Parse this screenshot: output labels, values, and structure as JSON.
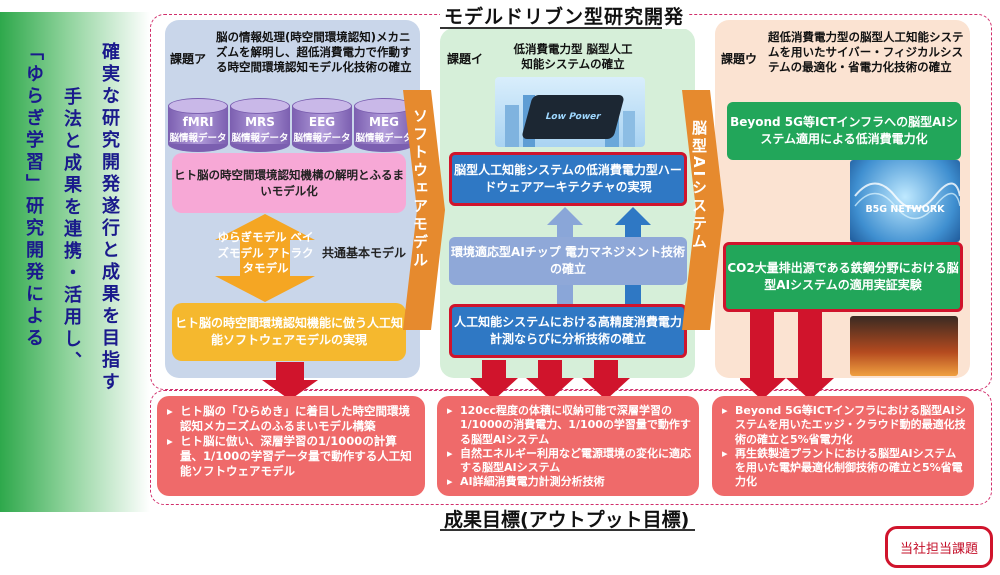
{
  "left_panel": {
    "col1": "確実な研究開発遂行と成果を目指す",
    "col2": "手法と成果を連携・活用し、",
    "col3": "「ゆらぎ学習」研究開発による"
  },
  "title": "モデルドリブン型研究開発",
  "outcome_title": "成果目標(アウトプット目標)",
  "col_a": {
    "label": "課題ア",
    "desc": "脳の情報処理(時空間環境認知)メカニズムを解明し、超低消費電力で作動する時空間環境認知モデル化技術の確立",
    "cylinders": [
      {
        "name": "fMRI",
        "sub": "脳情報データ"
      },
      {
        "name": "MRS",
        "sub": "脳情報データ"
      },
      {
        "name": "EEG",
        "sub": "脳情報データ"
      },
      {
        "name": "MEG",
        "sub": "脳情報データ"
      }
    ],
    "box1": "ヒト脳の時空間環境認知機構の解明とふるまいモデル化",
    "models": "ゆらぎモデル ベイズモデル アトラクタモデル",
    "model_label": "共通基本モデル",
    "box2": "ヒト脳の時空間環境認知機能に倣う人工知能ソフトウェアモデルの実現"
  },
  "arrow_software": "ソフトウェアモデル",
  "col_i": {
    "label": "課題イ",
    "title": "低消費電力型 脳型人工知能システムの確立",
    "chip_text": "Low Power",
    "box1": "脳型人工知能システムの低消費電力型ハードウェアアーキテクチャの実現",
    "box2": "環境適応型AIチップ 電力マネジメント技術の確立",
    "box3": "人工知能システムにおける高精度消費電力計測ならびに分析技術の確立"
  },
  "arrow_brain": "脳型AIシステム",
  "col_u": {
    "label": "課題ウ",
    "desc": "超低消費電力型の脳型人工知能システムを用いたサイバー・フィジカルシステムの最適化・省電力化技術の確立",
    "box1": "Beyond 5G等ICTインフラへの脳型AIシステム適用による低消費電力化",
    "network_label": "B5G NETWORK",
    "box2": "CO2大量排出源である鉄鋼分野における脳型AIシステムの適用実証実験"
  },
  "outcomes": {
    "a": [
      "ヒト脳の「ひらめき」に着目した時空間環境認知メカニズムのふるまいモデル構築",
      "ヒト脳に倣い、深層学習の1/1000の計算量、1/100の学習データ量で動作する人工知能ソフトウェアモデル"
    ],
    "i": [
      "120cc程度の体積に収納可能で深層学習の1/1000の消費電力、1/100の学習量で動作する脳型AIシステム",
      "自然エネルギー利用など電源環境の変化に適応する脳型AIシステム",
      "AI詳細消費電力計測分析技術"
    ],
    "u": [
      "Beyond 5G等ICTインフラにおける脳型AIシステムを用いたエッジ・クラウド動的最適化技術の確立と5%省電力化",
      "再生鉄製造プラントにおける脳型AIシステムを用いた電炉最適化制御技術の確立と5%省電力化"
    ]
  },
  "tag": "当社担当課題",
  "colors": {
    "green": "#2ea84b",
    "red": "#d0142c",
    "orange": "#e68a2e",
    "pink_dash": "#d12e6b"
  }
}
